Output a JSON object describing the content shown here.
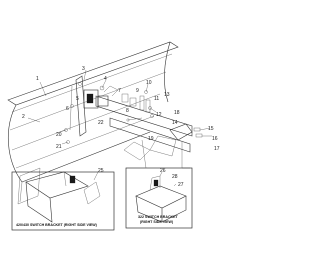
{
  "callouts": [
    {
      "id": "c1",
      "text": "1"
    },
    {
      "id": "c2",
      "text": "2"
    },
    {
      "id": "c3",
      "text": "3"
    },
    {
      "id": "c4",
      "text": "4"
    },
    {
      "id": "c5",
      "text": "5"
    },
    {
      "id": "c6",
      "text": "6"
    },
    {
      "id": "c7",
      "text": "7"
    },
    {
      "id": "c8",
      "text": "8"
    },
    {
      "id": "c9",
      "text": "9"
    },
    {
      "id": "c10",
      "text": "10"
    },
    {
      "id": "c11",
      "text": "11"
    },
    {
      "id": "c12",
      "text": "12"
    },
    {
      "id": "c13",
      "text": "13"
    },
    {
      "id": "c14",
      "text": "14"
    },
    {
      "id": "c15",
      "text": "15"
    },
    {
      "id": "c16",
      "text": "16"
    },
    {
      "id": "c17",
      "text": "17"
    },
    {
      "id": "c18",
      "text": "18"
    },
    {
      "id": "c19",
      "text": "19"
    },
    {
      "id": "c20",
      "text": "20"
    },
    {
      "id": "c21",
      "text": "21"
    },
    {
      "id": "c22",
      "text": "22"
    },
    {
      "id": "c25",
      "text": "25"
    },
    {
      "id": "c26",
      "text": "26"
    },
    {
      "id": "c27",
      "text": "27"
    },
    {
      "id": "c28",
      "text": "28"
    }
  ],
  "insets": {
    "left_caption": "420/430 SWITCH BRACKET (RIGHT SIDE VIEW)",
    "right_caption_line1": "322 SWITCH BRACKET",
    "right_caption_line2": "(RIGHT SIDE VIEW)"
  }
}
